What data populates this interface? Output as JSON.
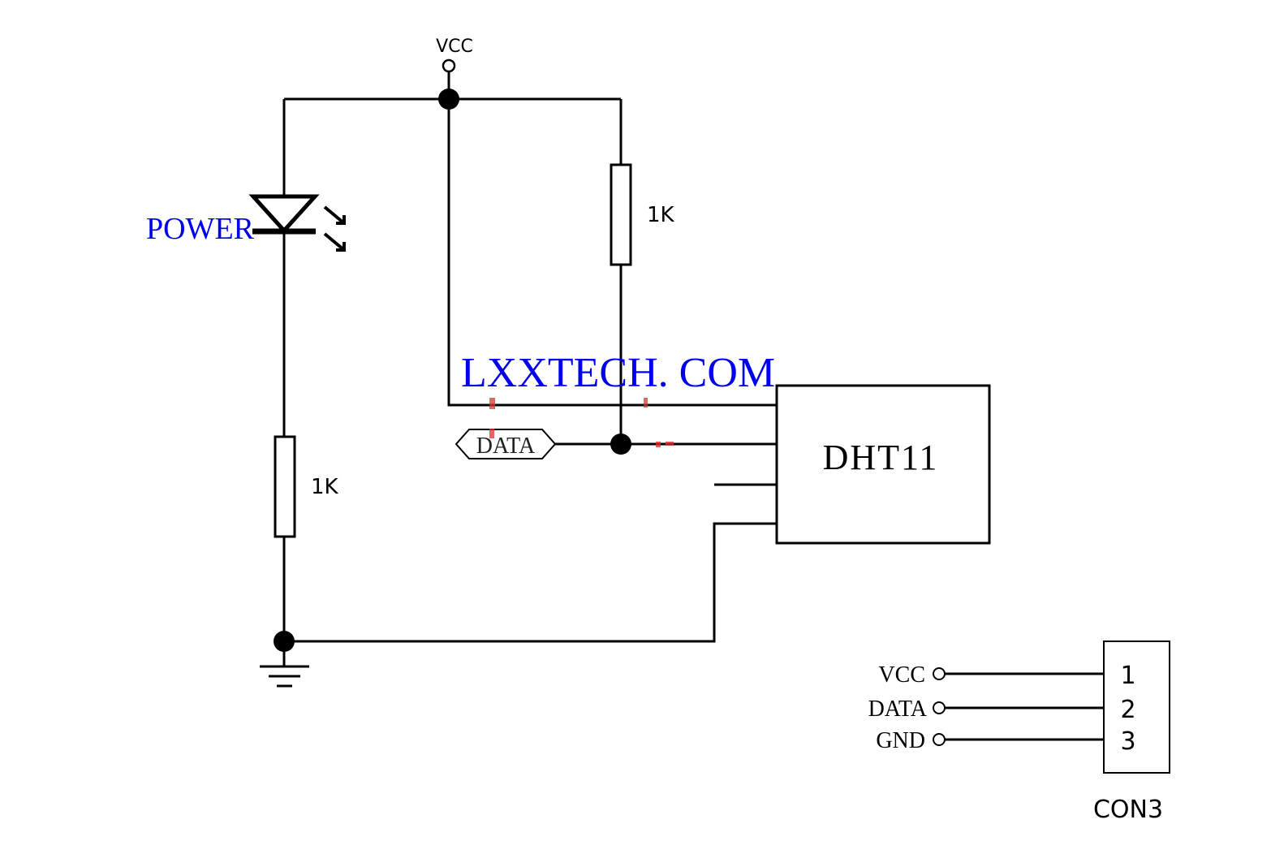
{
  "labels": {
    "vcc_top": "VCC",
    "power_led": "POWER",
    "resistor_pullup": "1K",
    "resistor_led": "1K",
    "watermark": "LXXTECH. COM",
    "data_net": "DATA",
    "sensor": "DHT11",
    "connector": "CON3"
  },
  "connector_pins": [
    {
      "name": "VCC",
      "number": "1"
    },
    {
      "name": "DATA",
      "number": "2"
    },
    {
      "name": "GND",
      "number": "3"
    }
  ],
  "colors": {
    "line": "#000000",
    "accent_blue": "#0000ee",
    "artifact_red": "#e03030"
  }
}
